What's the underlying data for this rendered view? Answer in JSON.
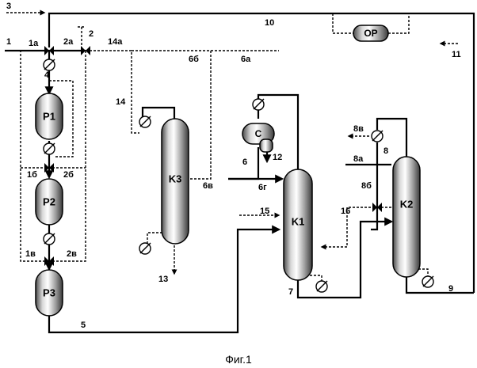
{
  "caption": "Фиг.1",
  "vessels": {
    "p1": "P1",
    "p2": "P2",
    "p3": "P3",
    "k1": "K1",
    "k2": "K2",
    "k3": "K3",
    "separator": "C",
    "or_unit": "OP"
  },
  "labels": {
    "l1": "1",
    "l1a": "1а",
    "l2a": "2а",
    "l2": "2",
    "l3": "3",
    "l4": "4",
    "l5": "5",
    "l6": "6",
    "l6a": "6а",
    "l6b": "6б",
    "l6v": "6в",
    "l6g": "6г",
    "l7": "7",
    "l8": "8",
    "l8a": "8а",
    "l8b": "8б",
    "l8v": "8в",
    "l9": "9",
    "l10": "10",
    "l11": "11",
    "l12": "12",
    "l13": "13",
    "l14": "14",
    "l14a": "14а",
    "l15": "15",
    "l16a": "16",
    "l16b": "16",
    "l1b": "1б",
    "l2b": "2б",
    "l1v": "1в",
    "l2v": "2в"
  }
}
